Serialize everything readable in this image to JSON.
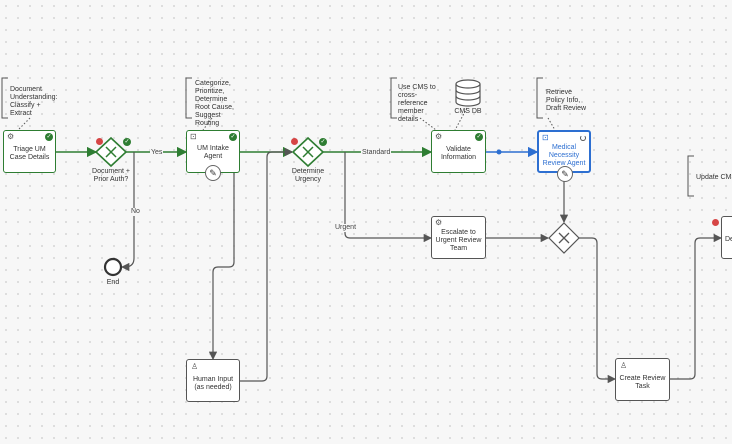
{
  "annotations": {
    "doc_understanding": [
      "Document",
      "Understanding:",
      "Classify +",
      "Extract"
    ],
    "um_intake": [
      "Categorize,",
      "Prioritize,",
      "Determine",
      "Root Cause,",
      "Suggest",
      "Routing"
    ],
    "validate": [
      "Use CMS to",
      "cross-",
      "reference",
      "member",
      "details"
    ],
    "medical": [
      "Retrieve",
      "Policy Info,",
      "Draft Review"
    ],
    "update": [
      "Update CMS"
    ]
  },
  "tasks": {
    "triage": "Triage UM Case Details",
    "um_intake": "UM Intake Agent",
    "validate": "Validate Information",
    "medical": "Medical Necessity Review Agent",
    "escalate": "Escalate to Urgent Review Team",
    "human_input": "Human Input (as needed)",
    "create_review": "Create Review Task",
    "edge_task": "De"
  },
  "gateways": {
    "prior_auth": "Document + Prior Auth?",
    "urgency": "Determine Urgency"
  },
  "datastore": "CMS DB",
  "events": {
    "end": "End"
  },
  "edges": {
    "yes": "Yes",
    "no": "No",
    "standard": "Standard",
    "urgent": "Urgent"
  },
  "icons": {
    "gear": "gear-icon",
    "agent": "agent-icon",
    "user": "user-icon",
    "check": "check-icon",
    "database": "database-icon"
  },
  "colors": {
    "active_flow": "#2e7d32",
    "selected": "#2d6fd1",
    "default_flow": "#555555",
    "error": "#d64545"
  }
}
